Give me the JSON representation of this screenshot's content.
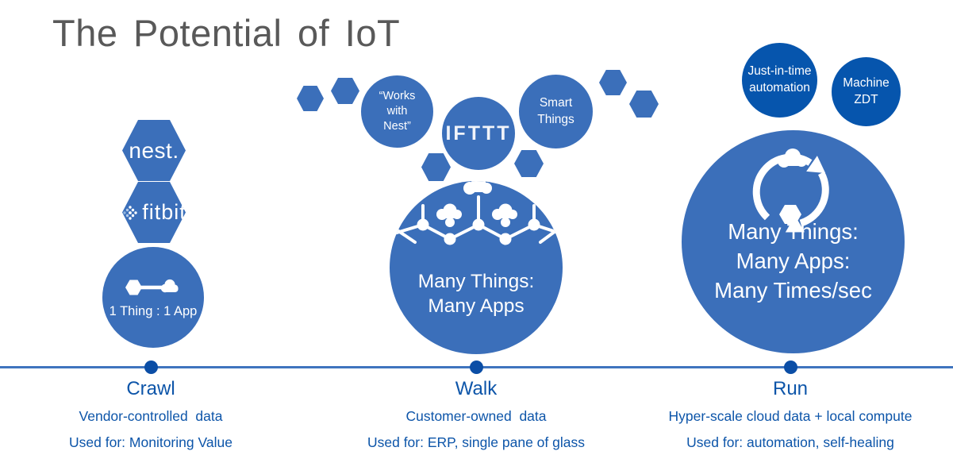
{
  "title": "The Potential of IoT",
  "colors": {
    "primary_blue": "#3B6FBA",
    "dark_blue": "#0655AD",
    "text_blue": "#0D55A9",
    "timeline_dot_blue": "#0B4EA6",
    "title_gray": "#595959",
    "shape_text_white": "#FFFFFF"
  },
  "crawl": {
    "stage": "Crawl",
    "data_label": "Vendor-controlled  data",
    "used_label": "Used for: Monitoring Value",
    "nest_logo": "nest.",
    "fitbit_logo": "fitbit",
    "thing_circle": "1 Thing : 1 App"
  },
  "walk": {
    "stage": "Walk",
    "data_label": "Customer-owned  data",
    "used_label": "Used for: ERP, single pane of glass",
    "works_with_nest": "“Works\nwith\nNest”",
    "ifttt": "IFTTT",
    "smart_things": "Smart\nThings",
    "big_circle": "Many Things:\nMany Apps"
  },
  "run": {
    "stage": "Run",
    "data_label": "Hyper-scale cloud data + local compute",
    "used_label": "Used for: automation, self-healing",
    "jit": "Just-in-time\nautomation",
    "zdt": "Machine\nZDT",
    "big_circle": "Many Things:\nMany Apps:\nMany Times/sec"
  },
  "icons": {
    "fitbit_dots": "diamond-dot-cluster",
    "thing_to_app": "hexagon-linked-to-cloud",
    "mesh_network": "connected-nodes-with-clouds",
    "cycle": "circular-arrows-with-cloud-and-hexagon"
  }
}
